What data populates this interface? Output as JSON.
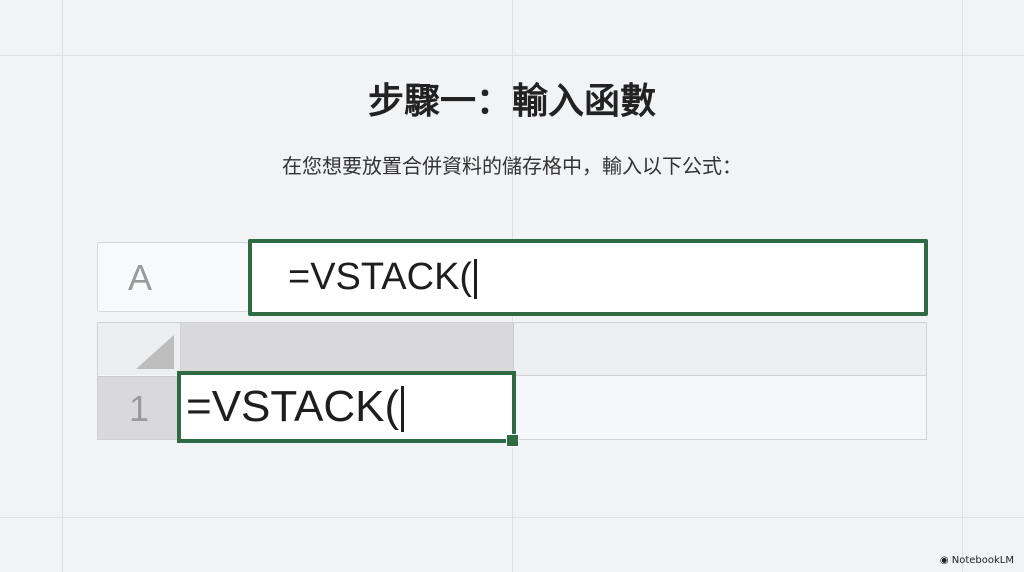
{
  "title": "步驟一：輸入函數",
  "subtitle": "在您想要放置合併資料的儲存格中，輸入以下公式：",
  "name_box": "A",
  "formula_bar": "=VSTACK(",
  "row_header": "1",
  "cell_a1": "=VSTACK(",
  "brand": "NotebookLM",
  "colors": {
    "accent": "#2e6b45",
    "background": "#f2f3f5"
  }
}
